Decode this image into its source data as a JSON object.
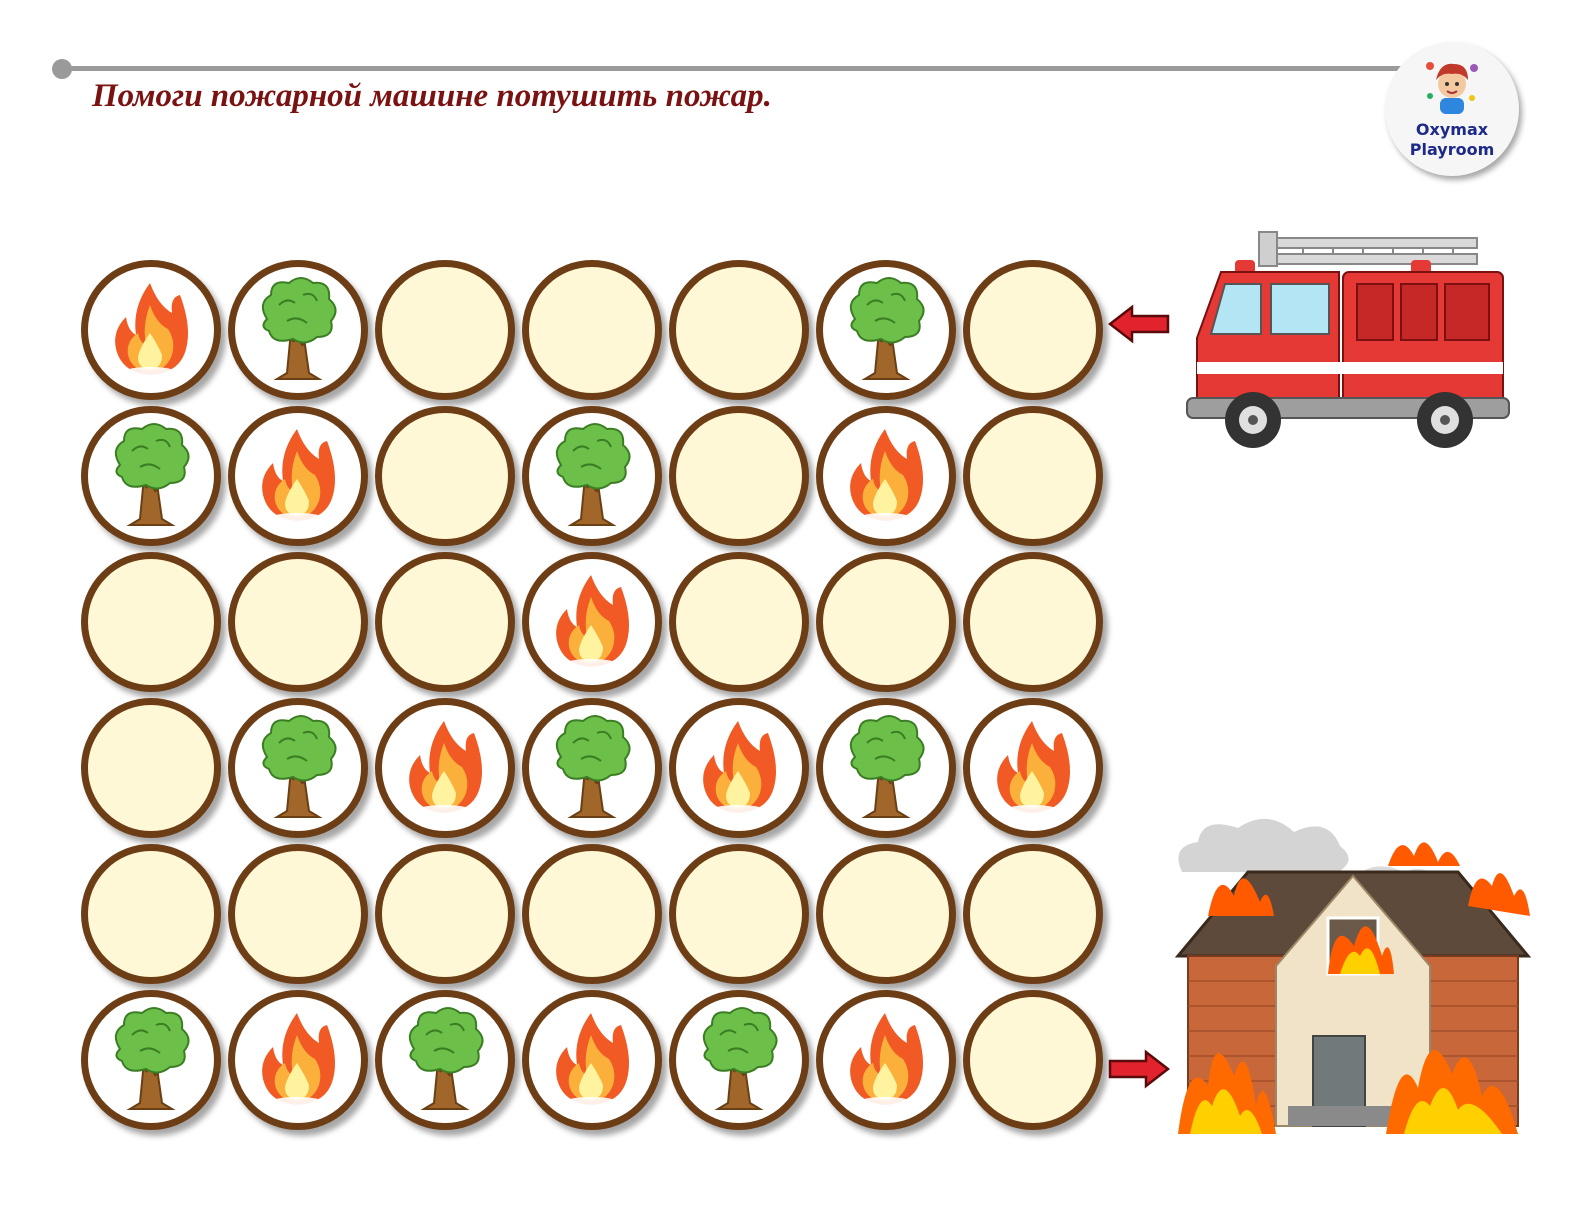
{
  "header": {
    "title": "Помоги пожарной машине потушить пожар."
  },
  "logo": {
    "line1": "Oxymax",
    "line2": "Playroom"
  },
  "colors": {
    "title": "#7a1212",
    "ring": "#6d3e16",
    "empty_cell": "#fff8d6",
    "arrow": "#e0232d"
  },
  "maze": {
    "rows": 6,
    "cols": 7,
    "cells": [
      [
        "fire",
        "tree",
        "empty",
        "empty",
        "empty",
        "tree",
        "empty"
      ],
      [
        "tree",
        "fire",
        "empty",
        "tree",
        "empty",
        "fire",
        "empty"
      ],
      [
        "empty",
        "empty",
        "empty",
        "fire",
        "empty",
        "empty",
        "empty"
      ],
      [
        "empty",
        "tree",
        "fire",
        "tree",
        "fire",
        "tree",
        "fire"
      ],
      [
        "empty",
        "empty",
        "empty",
        "empty",
        "empty",
        "empty",
        "empty"
      ],
      [
        "tree",
        "fire",
        "tree",
        "fire",
        "tree",
        "fire",
        "empty"
      ]
    ]
  },
  "start": {
    "icon": "fire-truck-icon",
    "arrow": "arrow-left-icon",
    "row": 1
  },
  "finish": {
    "icon": "burning-house-icon",
    "arrow": "arrow-right-icon",
    "row": 6
  }
}
